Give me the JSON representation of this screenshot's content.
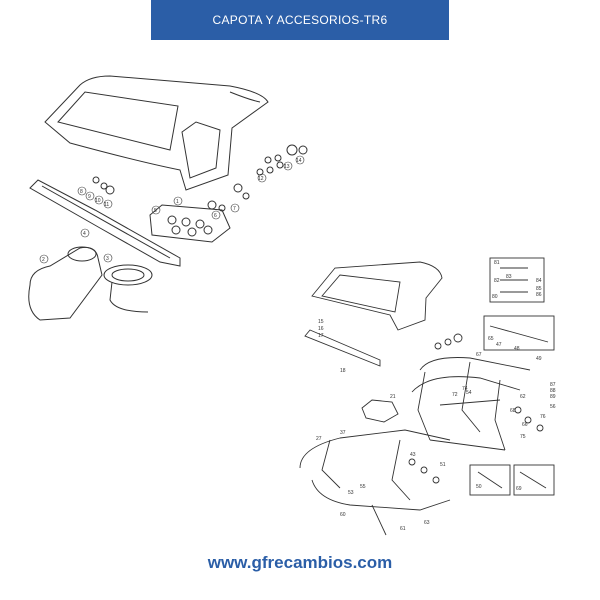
{
  "banner": {
    "title": "CAPOTA Y ACCESORIOS-TR6"
  },
  "footer": {
    "url": "www.gfrecambios.com"
  },
  "colors": {
    "banner_bg": "#2b5ea7",
    "footer_text": "#2b5ea7",
    "line": "#333333"
  },
  "callouts_top": [
    "1",
    "2",
    "3",
    "4",
    "5",
    "6",
    "7",
    "8",
    "9",
    "10",
    "11",
    "12",
    "13",
    "14"
  ],
  "callouts_bottom": [
    "15",
    "16",
    "17",
    "18",
    "21",
    "27",
    "37",
    "43",
    "47",
    "48",
    "49",
    "50",
    "51",
    "53",
    "54",
    "55",
    "56",
    "60",
    "61",
    "62",
    "63",
    "65",
    "66",
    "67",
    "68",
    "69",
    "72",
    "74",
    "75",
    "76",
    "80",
    "81",
    "82",
    "83",
    "84",
    "85",
    "86",
    "87",
    "88",
    "89"
  ]
}
